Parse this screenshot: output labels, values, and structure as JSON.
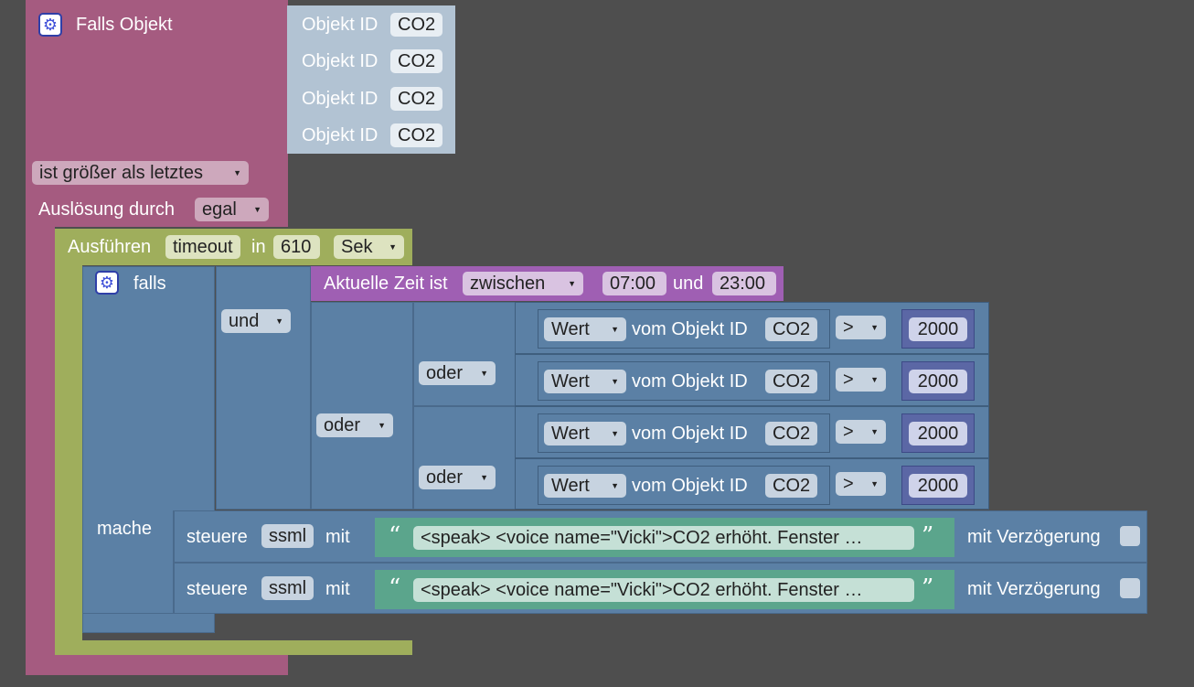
{
  "trigger": {
    "title": "Falls Objekt",
    "object_label": "Objekt ID",
    "objects": [
      "CO2",
      "CO2",
      "CO2",
      "CO2"
    ],
    "condition": "ist größer als letztes",
    "ausloesung_label": "Auslösung durch",
    "ausloesung_value": "egal"
  },
  "timeout": {
    "label": "Ausführen",
    "type": "timeout",
    "in_label": "in",
    "value": "610",
    "unit": "Sek"
  },
  "if_block": {
    "falls_label": "falls",
    "mache_label": "mache",
    "und": "und",
    "oder1": "oder",
    "oder2": "oder",
    "oder3": "oder",
    "time": {
      "label": "Aktuelle Zeit ist",
      "mode": "zwischen",
      "from": "07:00",
      "und": "und",
      "to": "23:00"
    },
    "comparisons": [
      {
        "wert": "Wert",
        "vom": "vom Objekt ID",
        "id": "CO2",
        "op": ">",
        "value": "2000"
      },
      {
        "wert": "Wert",
        "vom": "vom Objekt ID",
        "id": "CO2",
        "op": ">",
        "value": "2000"
      },
      {
        "wert": "Wert",
        "vom": "vom Objekt ID",
        "id": "CO2",
        "op": ">",
        "value": "2000"
      },
      {
        "wert": "Wert",
        "vom": "vom Objekt ID",
        "id": "CO2",
        "op": ">",
        "value": "2000"
      }
    ]
  },
  "actions": [
    {
      "label": "steuere",
      "target": "ssml",
      "mit": "mit",
      "text": "<speak> <voice name=\"Vicki\">CO2 erhöht. Fenster …",
      "delay": "mit Verzögerung"
    },
    {
      "label": "steuere",
      "target": "ssml",
      "mit": "mit",
      "text": "<speak> <voice name=\"Vicki\">CO2 erhöht. Fenster …",
      "delay": "mit Verzögerung"
    }
  ],
  "colors": {
    "trigger": "#a55b80",
    "object": "#b2c3d3",
    "timeout": "#9fae5c",
    "logic": "#5b80a5",
    "time": "#9f5fb3",
    "number": "#5b67a5",
    "string": "#5ba58c"
  }
}
